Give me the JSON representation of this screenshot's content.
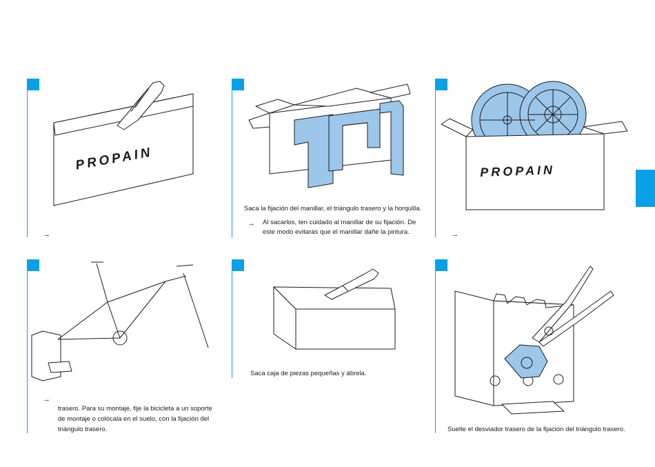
{
  "brand": {
    "logo_text": "PROPAIN"
  },
  "steps": [
    {
      "id": 1,
      "caption_lines": [],
      "arrow": "→",
      "note_lines": []
    },
    {
      "id": 2,
      "caption_lines": [
        "Saca la fijación del manillar, el triángulo trasero y la horquilla."
      ],
      "arrow": "→",
      "note_lines": [
        "Al sacarlos, ten cuidado al manillar de su fijación. De",
        "este modo evitarás que el manillar dañe la pintura."
      ]
    },
    {
      "id": 3,
      "caption_lines": [],
      "arrow": "→",
      "note_lines": []
    },
    {
      "id": 4,
      "caption_lines": [],
      "arrow": "→",
      "note_lines": [
        "trasero. Para su montaje, fije la bicicleta a un soporte",
        "de montaje o colócala en el suelo, con la fijación del",
        "triángulo trasero."
      ]
    },
    {
      "id": 5,
      "caption_lines": [
        "Saca caja de piezas pequeñas y ábrela."
      ],
      "arrow": "",
      "note_lines": []
    },
    {
      "id": 6,
      "caption_lines": [
        "Suelte el desviador trasero de la fijación del triángulo trasero."
      ],
      "arrow": "",
      "note_lines": []
    }
  ],
  "colors": {
    "accent": "#0aa0e6",
    "illustration_fill": "#9cc6ea",
    "line": "#1a1a1a"
  }
}
